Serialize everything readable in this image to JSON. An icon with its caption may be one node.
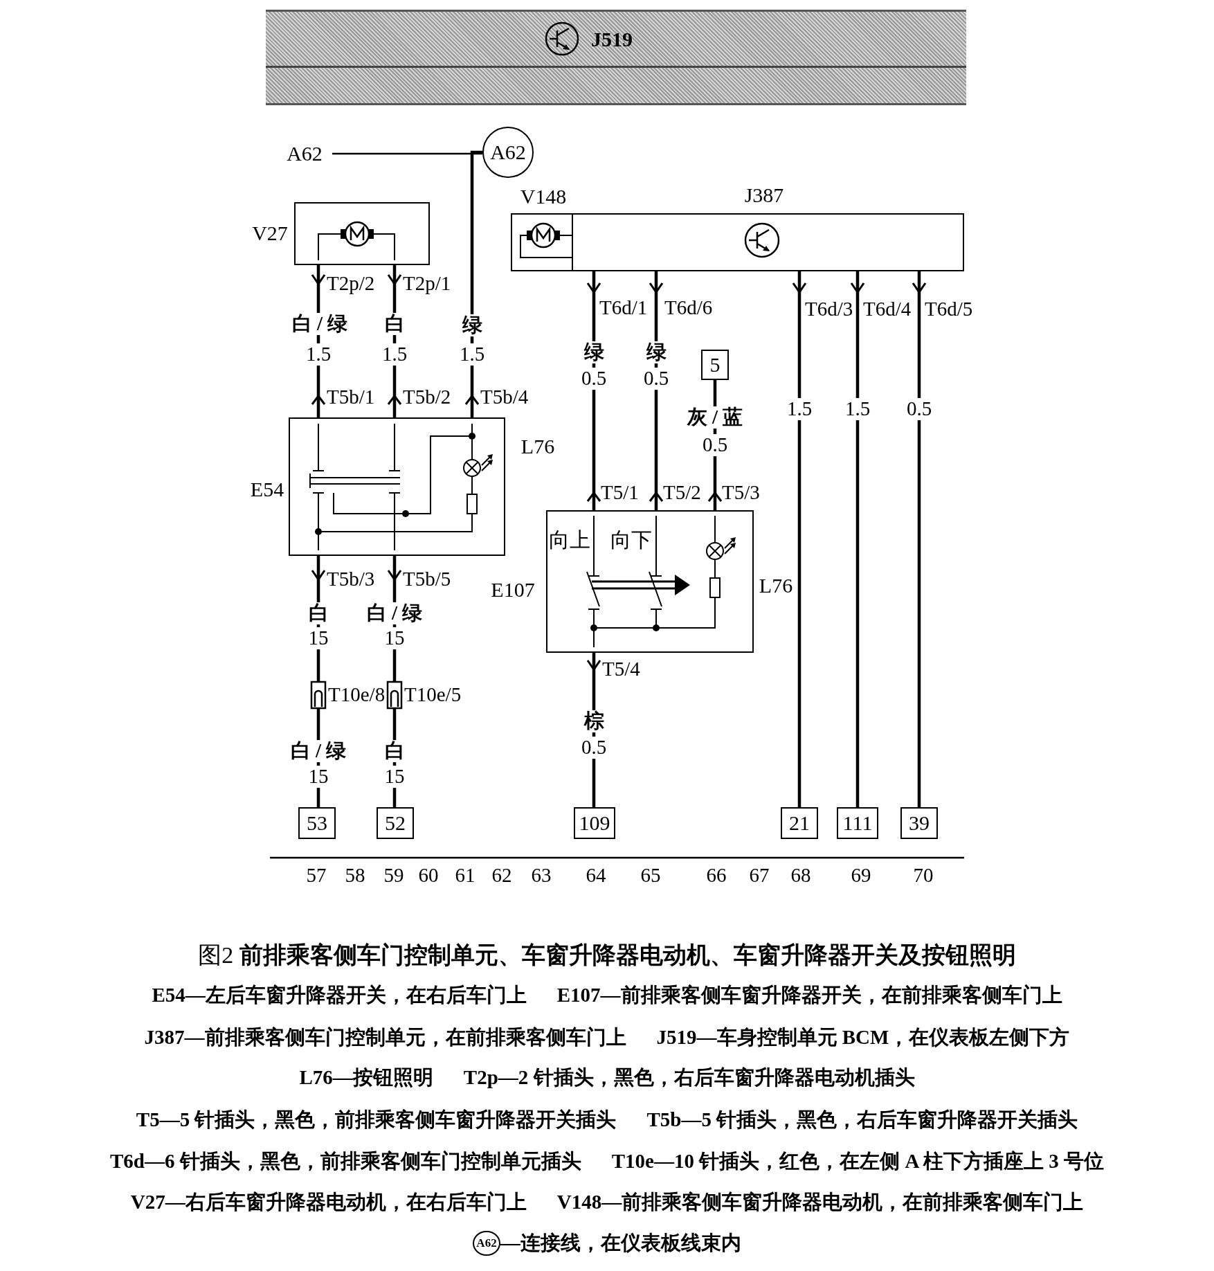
{
  "diagram": {
    "caption": "图2 **前排乘客侧车门控制单元、车窗升降器电动机、车窗升降器开关及按钮照明**",
    "nodes": [
      {
        "text": [
          "J519"
        ]
      },
      {
        "text": [
          "A62"
        ]
      },
      {
        "text": [
          "A62"
        ]
      },
      {
        "text": [
          "V27"
        ]
      },
      {
        "text": [
          "J387"
        ]
      },
      {
        "text": [
          "V148"
        ],
        "in": 4
      },
      {
        "text": [
          "E54",
          "L76"
        ]
      },
      {
        "text": [
          "5"
        ]
      },
      {
        "text": [
          "向上",
          "向下",
          "E107",
          "L76"
        ]
      },
      {
        "text": [
          "53"
        ]
      },
      {
        "text": [
          "52"
        ]
      },
      {
        "text": [
          "109"
        ]
      },
      {
        "text": [
          "21"
        ]
      },
      {
        "text": [
          "111"
        ]
      },
      {
        "text": [
          "39"
        ]
      }
    ],
    "edges": [
      {
        "from": 1,
        "to": 2,
        "arrow": "none"
      },
      {
        "from": 2,
        "to": 6,
        "arrow": "none"
      },
      {
        "from": 3,
        "to": 6,
        "arrow": "none"
      },
      {
        "from": 3,
        "to": 6,
        "arrow": "none"
      },
      {
        "from": 4,
        "to": 8,
        "arrow": "none"
      },
      {
        "from": 4,
        "to": 8,
        "arrow": "none"
      },
      {
        "from": 7,
        "to": 8,
        "arrow": "none"
      },
      {
        "from": 6,
        "to": 9,
        "arrow": "none"
      },
      {
        "from": 6,
        "to": 10,
        "arrow": "none"
      },
      {
        "from": 8,
        "to": 11,
        "arrow": "none"
      },
      {
        "from": 4,
        "to": 12,
        "arrow": "none"
      },
      {
        "from": 4,
        "to": 13,
        "arrow": "none"
      },
      {
        "from": 4,
        "to": 14,
        "arrow": "none"
      }
    ],
    "labels": [
      "T2p/2",
      "T2p/1",
      "白 / 绿",
      "白",
      "绿",
      "1.5",
      "1.5",
      "1.5",
      "T6d/1",
      "T6d/6",
      "T6d/3",
      "T6d/4",
      "T6d/5",
      "绿",
      "绿",
      "0.5",
      "0.5",
      "1.5",
      "1.5",
      "0.5",
      "灰 / 蓝",
      "0.5",
      "T5b/1",
      "T5b/2",
      "T5b/4",
      "T5/1",
      "T5/2",
      "T5/3",
      "T5b/3",
      "T5b/5",
      "白",
      "15",
      "白 / 绿",
      "15",
      "T5/4",
      "T10e/8",
      "T10e/5",
      "棕",
      "0.5",
      "白 / 绿",
      "15",
      "白",
      "15",
      "57",
      "58",
      "59",
      "60",
      "61",
      "62",
      "63",
      "64",
      "65",
      "66",
      "67",
      "68",
      "69",
      "70",
      "E54—左后车窗升降器开关，在右后车门上",
      "E107—前排乘客侧车窗升降器开关，在前排乘客侧车门上",
      "J387—前排乘客侧车门控制单元，在前排乘客侧车门上",
      "J519—车身控制单元 BCM，在仪表板左侧下方",
      "L76—按钮照明",
      "T2p—2 针插头，黑色，右后车窗升降器电动机插头",
      "T5—5 针插头，黑色，前排乘客侧车窗升降器开关插头",
      "T5b—5 针插头，黑色，右后车窗升降器开关插头",
      "T6d—6 针插头，黑色，前排乘客侧车门控制单元插头",
      "T10e—10 针插头，红色，在左侧 A 柱下方插座上 3 号位",
      "V27—右后车窗升降器电动机，在右后车门上",
      "V148—前排乘客侧车窗升降器电动机，在前排乘客侧车门上",
      "A62",
      "—连接线，在仪表板线束内"
    ]
  }
}
